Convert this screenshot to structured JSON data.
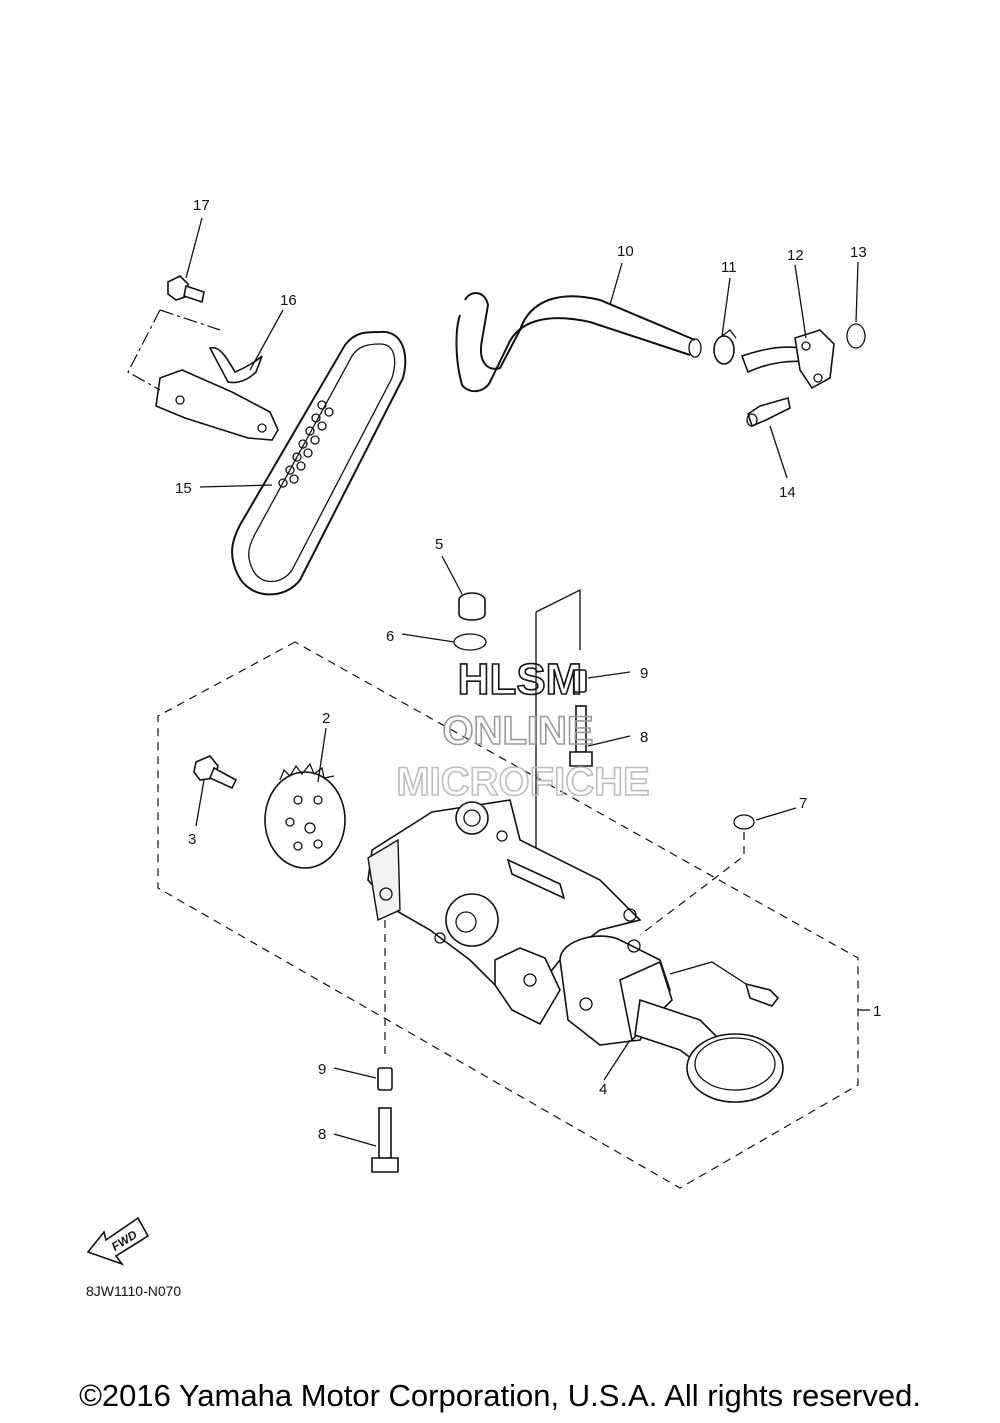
{
  "labels": {
    "p1": "1",
    "p2": "2",
    "p3": "3",
    "p4": "4",
    "p5": "5",
    "p6": "6",
    "p7": "7",
    "p8a": "8",
    "p8b": "8",
    "p9a": "9",
    "p9b": "9",
    "p10": "10",
    "p11": "11",
    "p12": "12",
    "p13": "13",
    "p14": "14",
    "p15": "15",
    "p16": "16",
    "p17": "17"
  },
  "watermark": {
    "line1": "HLSM",
    "line2": "ONLINE",
    "line3": "MICROFICHE"
  },
  "fwd": "FWD",
  "diagram_code": "8JW1110-N070",
  "copyright": "©2016 Yamaha Motor Corporation, U.S.A. All rights reserved.",
  "colors": {
    "line": "#111111",
    "watermark": "#9a9a9a",
    "background": "#ffffff"
  }
}
